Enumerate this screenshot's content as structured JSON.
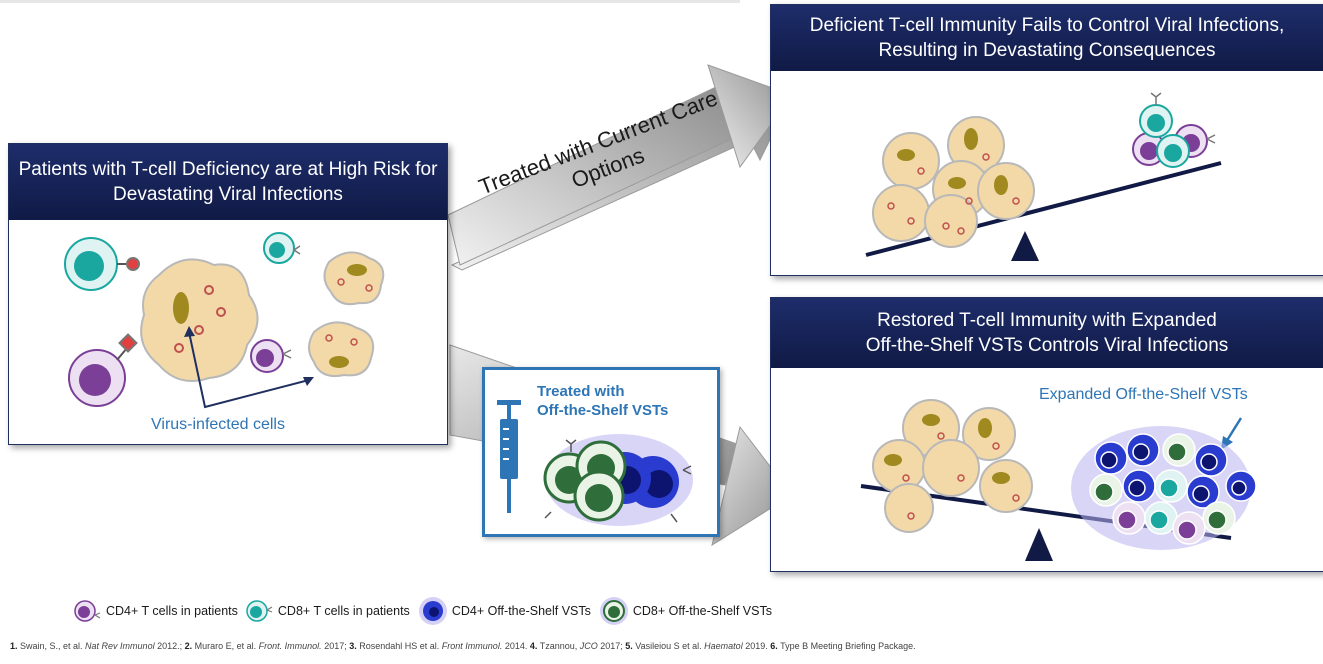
{
  "left_panel": {
    "title": "Patients with T-cell Deficiency are at High Risk for Devastating Viral Infections",
    "caption": "Virus-infected cells"
  },
  "top_right_panel": {
    "title_line1": "Deficient T-cell Immunity Fails to Control Viral Infections,",
    "title_line2": "Resulting in Devastating Consequences"
  },
  "bottom_right_panel": {
    "title_line1": "Restored T-cell Immunity with Expanded",
    "title_line2": "Off-the-Shelf VSTs Controls Viral Infections",
    "annotation": "Expanded Off-the-Shelf  VSTs"
  },
  "upper_arrow": {
    "label_line1": "Treated with Current Care",
    "label_line2": "Options"
  },
  "treated_box": {
    "line1": "Treated with",
    "line2": "Off-the-Shelf VSTs"
  },
  "legend": [
    {
      "label": "CD4+ T cells in patients",
      "icon": "cd4-patient-cell-icon"
    },
    {
      "label": "CD8+ T cells in patients",
      "icon": "cd8-patient-cell-icon"
    },
    {
      "label": "CD4+ Off-the-Shelf  VSTs",
      "icon": "cd4-vst-cell-icon"
    },
    {
      "label": "CD8+ Off-the-Shelf  VSTs",
      "icon": "cd8-vst-cell-icon"
    }
  ],
  "references": {
    "r1_num": "1.",
    "r1_a": " Swain, S., et al. ",
    "r1_j": "Nat Rev Immunol",
    "r1_b": " 2012.; ",
    "r2_num": "2.",
    "r2_a": " Muraro E, et al. ",
    "r2_j": "Front. Immunol.",
    "r2_b": " 2017; ",
    "r3_num": "3.",
    "r3_a": " Rosendahl HS et al. ",
    "r3_j": "Front Immunol.",
    "r3_b": " 2014. ",
    "r4_num": "4.",
    "r4_a": " Tzannou, ",
    "r4_j": "JCO",
    "r4_b": " 2017; ",
    "r5_num": "5.",
    "r5_a": " Vasileiou S et al. ",
    "r5_j": "Haematol",
    "r5_b": " 2019.  ",
    "r6_num": "6.",
    "r6_a": " Type B Meeting Briefing Package."
  },
  "colors": {
    "navy": "#101a45",
    "accent_blue": "#2e75b6",
    "cd8_teal": "#1aa7a0",
    "cd4_purple": "#7b3f98",
    "vst_blue": "#1f2fb8",
    "vst_green": "#2f6e3a",
    "infected_cell": "#f3d9a8"
  }
}
